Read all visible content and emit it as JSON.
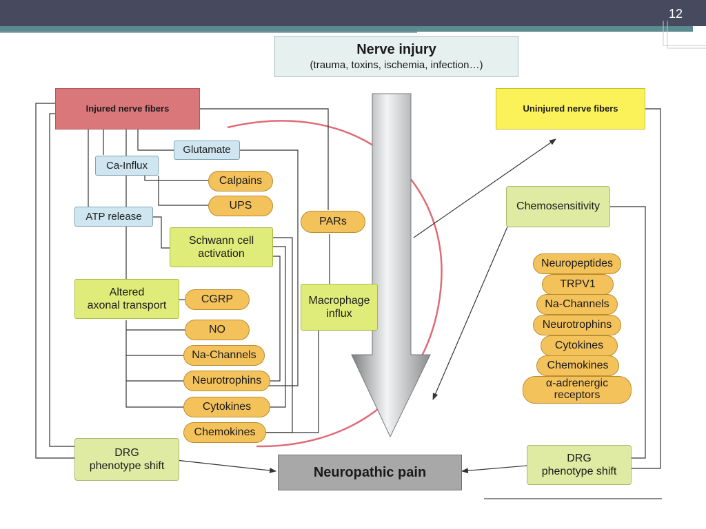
{
  "slide": {
    "number": "12"
  },
  "header": {
    "title": "Nerve injury",
    "subtitle": "(trauma, toxins, ischemia, infection…)"
  },
  "nodes": {
    "injured_fibers": "Injured nerve fibers",
    "uninjured_fibers": "Uninjured nerve fibers",
    "glutamate": "Glutamate",
    "ca_influx": "Ca-Influx",
    "calpains": "Calpains",
    "ups": "UPS",
    "atp_release": "ATP release",
    "pars": "PARs",
    "schwann_line1": "Schwann cell",
    "schwann_line2": "activation",
    "axonal_line1": "Altered",
    "axonal_line2": "axonal transport",
    "cgrp": "CGRP",
    "no": "NO",
    "na_channels_left": "Na-Channels",
    "neurotrophins_left": "Neurotrophins",
    "cytokines_left": "Cytokines",
    "chemokines_left": "Chemokines",
    "macrophage_line1": "Macrophage",
    "macrophage_line2": "influx",
    "drg_left_line1": "DRG",
    "drg_left_line2": "phenotype shift",
    "neuropathic_pain": "Neuropathic pain",
    "chemosensitivity": "Chemosensitivity",
    "neuropeptides": "Neuropeptides",
    "trpv1": "TRPV1",
    "na_channels_right": "Na-Channels",
    "neurotrophins_right": "Neurotrophins",
    "cytokines_right": "Cytokines",
    "chemokines_right": "Chemokines",
    "alpha_line1": "α-adrenergic",
    "alpha_line2": "receptors",
    "drg_right_line1": "DRG",
    "drg_right_line2": "phenotype shift"
  }
}
